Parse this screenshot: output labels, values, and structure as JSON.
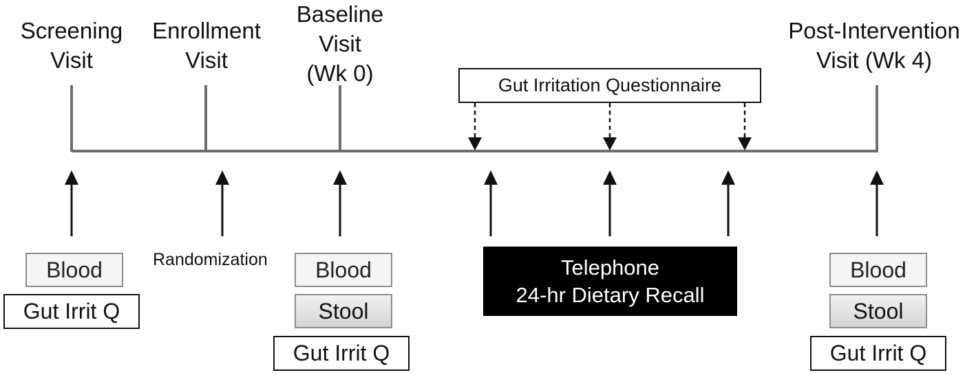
{
  "visits": [
    {
      "lines": [
        "Screening",
        "Visit"
      ]
    },
    {
      "lines": [
        "Enrollment",
        "Visit"
      ]
    },
    {
      "lines": [
        "Baseline",
        "Visit",
        "(Wk 0)"
      ]
    },
    {
      "lines": [
        "Post-Intervention",
        "Visit (Wk 4)"
      ]
    }
  ],
  "questionnaire": {
    "label": "Gut Irritation Questionnaire"
  },
  "randomization": {
    "label": "Randomization"
  },
  "telephone": {
    "lines": [
      "Telephone",
      "24-hr Dietary Recall"
    ]
  },
  "screening_boxes": {
    "blood": "Blood",
    "gut_q": "Gut Irrit Q"
  },
  "baseline_boxes": {
    "blood": "Blood",
    "stool": "Stool",
    "gut_q": "Gut Irrit Q"
  },
  "post_boxes": {
    "blood": "Blood",
    "stool": "Stool",
    "gut_q": "Gut Irrit Q"
  },
  "colors": {
    "timeline": "#6e6e6e",
    "arrow": "#111111",
    "black_box": "#000000"
  }
}
